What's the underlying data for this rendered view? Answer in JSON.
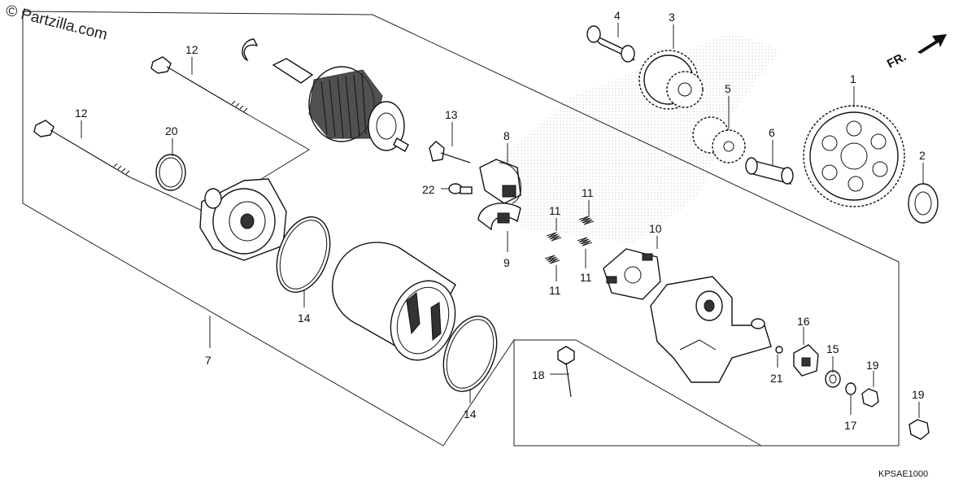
{
  "watermark": "© Partzilla.com",
  "direction_label": "FR.",
  "diagram_code": "KPSAE1000",
  "callouts": {
    "c1": "1",
    "c2": "2",
    "c3": "3",
    "c4": "4",
    "c5": "5",
    "c6": "6",
    "c7": "7",
    "c8": "8",
    "c9": "9",
    "c10": "10",
    "c11a": "11",
    "c11b": "11",
    "c11c": "11",
    "c11d": "11",
    "c12a": "12",
    "c12b": "12",
    "c13": "13",
    "c14a": "14",
    "c14b": "14",
    "c15": "15",
    "c16": "16",
    "c17": "17",
    "c18": "18",
    "c19a": "19",
    "c19b": "19",
    "c20": "20",
    "c21": "21",
    "c22": "22"
  }
}
